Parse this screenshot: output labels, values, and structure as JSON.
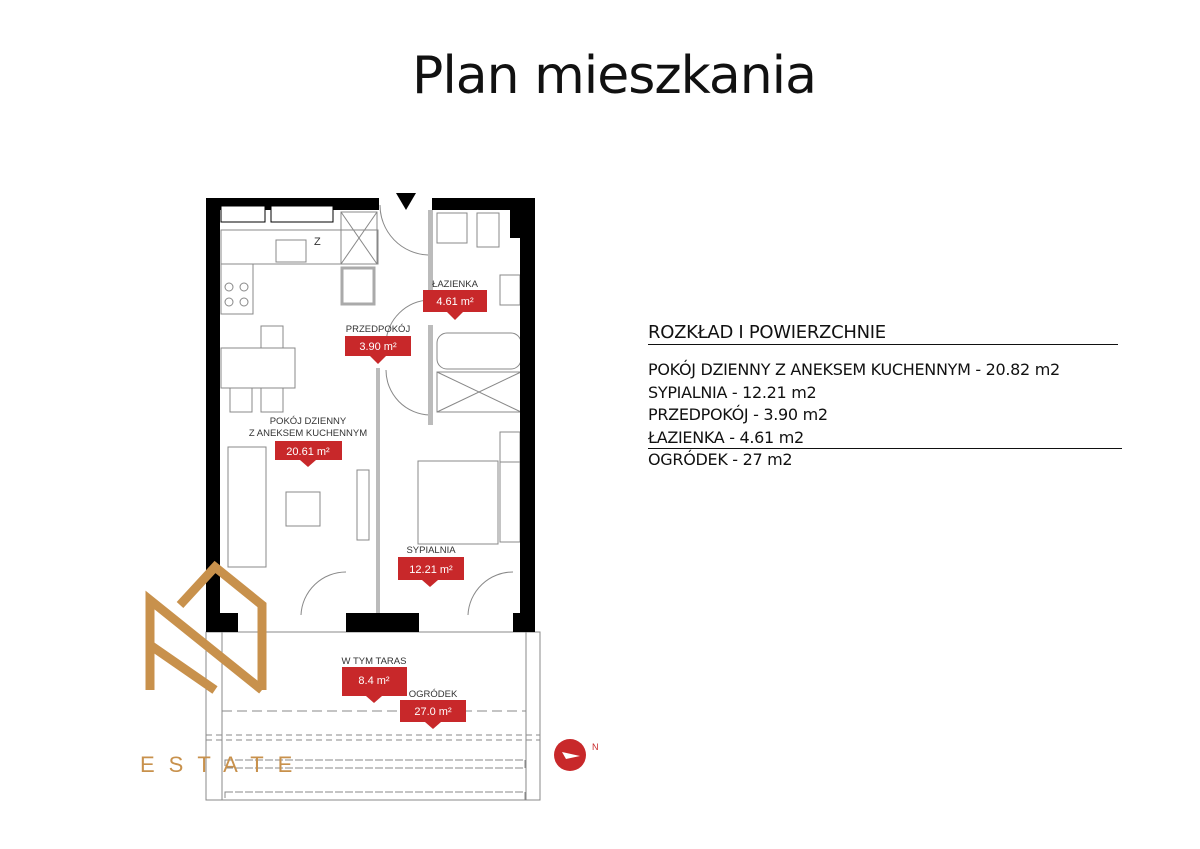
{
  "title": "Plan mieszkania",
  "legend": {
    "heading": "ROZKŁAD I POWIERZCHNIE",
    "items": [
      "POKÓJ DZIENNY Z ANEKSEM KUCHENNYM - 20.82 m2",
      "SYPIALNIA - 12.21 m2",
      "PRZEDPOKÓJ - 3.90 m2",
      "ŁAZIENKA - 4.61 m2",
      "OGRÓDEK - 27 m2"
    ]
  },
  "plan": {
    "rooms": {
      "lazienka": {
        "name": "ŁAZIENKA",
        "area": "4.61 m²"
      },
      "przedpokoj": {
        "name": "PRZEDPOKÓJ",
        "area": "3.90 m²"
      },
      "pokoj": {
        "name1": "POKÓJ DZIENNY",
        "name2": "Z ANEKSEM KUCHENNYM",
        "area": "20.61 m²"
      },
      "sypialnia": {
        "name": "SYPIALNIA",
        "area": "12.21 m²"
      },
      "taras": {
        "name": "W TYM TARAS",
        "area": "8.4 m²"
      },
      "ogrodek": {
        "name": "OGRÓDEK",
        "area": "27.0 m²"
      }
    },
    "fridge_mark": "Z",
    "compass_mark": "N"
  },
  "logo": {
    "word": "ESTATE"
  },
  "colors": {
    "label_red": "#c8282a",
    "gold": "#c8914c",
    "wall": "#000000"
  }
}
